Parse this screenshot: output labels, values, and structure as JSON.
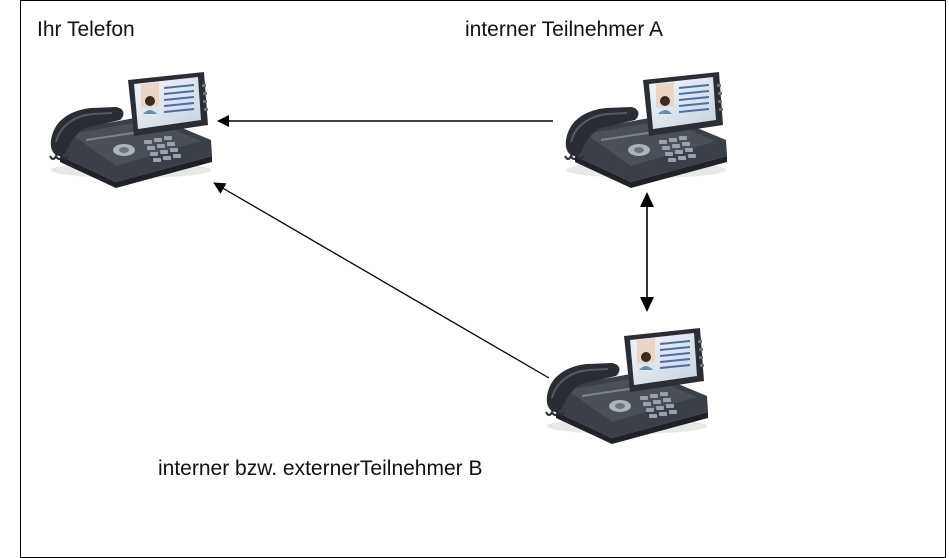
{
  "labels": {
    "your_phone": "Ihr Telefon",
    "participant_a": "interner Teilnehmer A",
    "participant_b": "interner bzw. externerTeilnehmer B"
  },
  "colors": {
    "phone_body": "#3c4048",
    "phone_dark": "#22252b",
    "screen_frame": "#2e3138",
    "screen": "#dfe6ee",
    "line": "#000000"
  },
  "icons": [
    "desk-phone-icon",
    "arrow-left-icon",
    "arrow-diagonal-icon",
    "double-arrow-vertical-icon"
  ]
}
